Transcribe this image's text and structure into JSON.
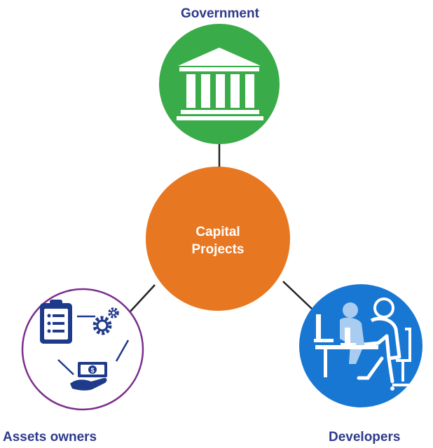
{
  "center": {
    "line1": "Capital",
    "line2": "Projects"
  },
  "nodes": {
    "government": "Government",
    "assets_owners": "Assets owners",
    "developers": "Developers"
  },
  "colors": {
    "label_text": "#2e3a8c",
    "center_fill": "#e87722",
    "government_fill": "#3aab49",
    "assets_ring": "#7b2f8e",
    "assets_icons": "#1e3a8a",
    "developers_fill": "#1877d2",
    "connector": "#222222"
  },
  "icons": {
    "government": "government-building-icon",
    "assets": [
      "clipboard-checklist-icon",
      "gears-icon",
      "hand-money-icon"
    ],
    "developers": "people-at-computers-icon"
  }
}
